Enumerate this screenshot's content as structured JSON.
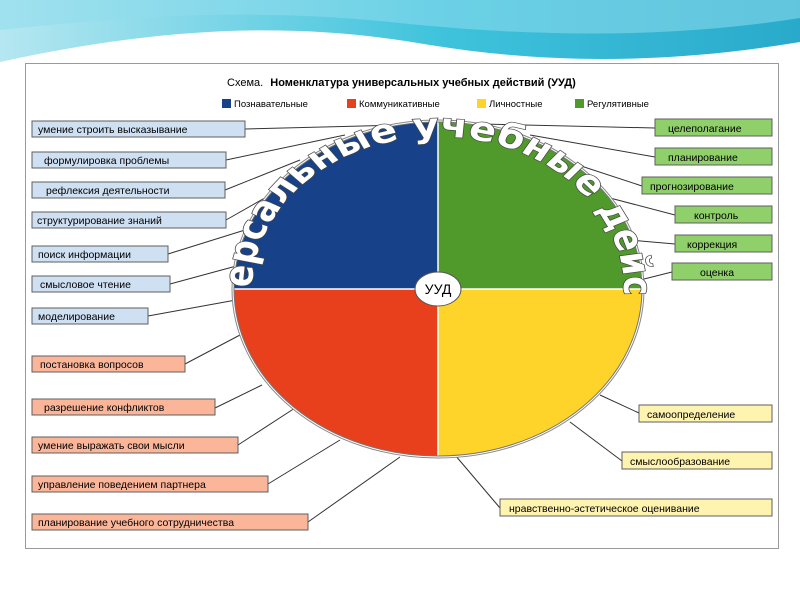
{
  "diagram": {
    "title_prefix": "Схема.",
    "title_main": "Номенклатура универсальных учебных действий (УУД)",
    "center_label": "УУД",
    "ring_text": "Универсальные учебные действия",
    "legend": [
      {
        "label": "Познавательные",
        "color": "#17428a"
      },
      {
        "label": "Коммуникативные",
        "color": "#e8401c"
      },
      {
        "label": "Личностные",
        "color": "#ffd42a"
      },
      {
        "label": "Регулятивные",
        "color": "#4f9a2a"
      }
    ],
    "cognitive": [
      "умение строить высказывание",
      "формулировка проблемы",
      "рефлексия деятельности",
      "структурирование знаний",
      "поиск информации",
      "смысловое чтение",
      "моделирование"
    ],
    "communicative": [
      "постановка вопросов",
      "разрешение конфликтов",
      "умение выражать свои мысли",
      "управление поведением партнера",
      "планирование учебного сотрудничества"
    ],
    "regulatory": [
      "целеполагание",
      "планирование",
      "прогнозирование",
      "контроль",
      "коррекция",
      "оценка"
    ],
    "personal": [
      "самоопределение",
      "смыслообразование",
      "нравственно-эстетическое оценивание"
    ],
    "colors": {
      "cognitive_box": "#cfe0f3",
      "communicative_box": "#fbb69a",
      "regulatory_box": "#8fd06a",
      "personal_box": "#fff3b0",
      "box_border": "#5f5f5f",
      "connector": "#333333"
    }
  }
}
